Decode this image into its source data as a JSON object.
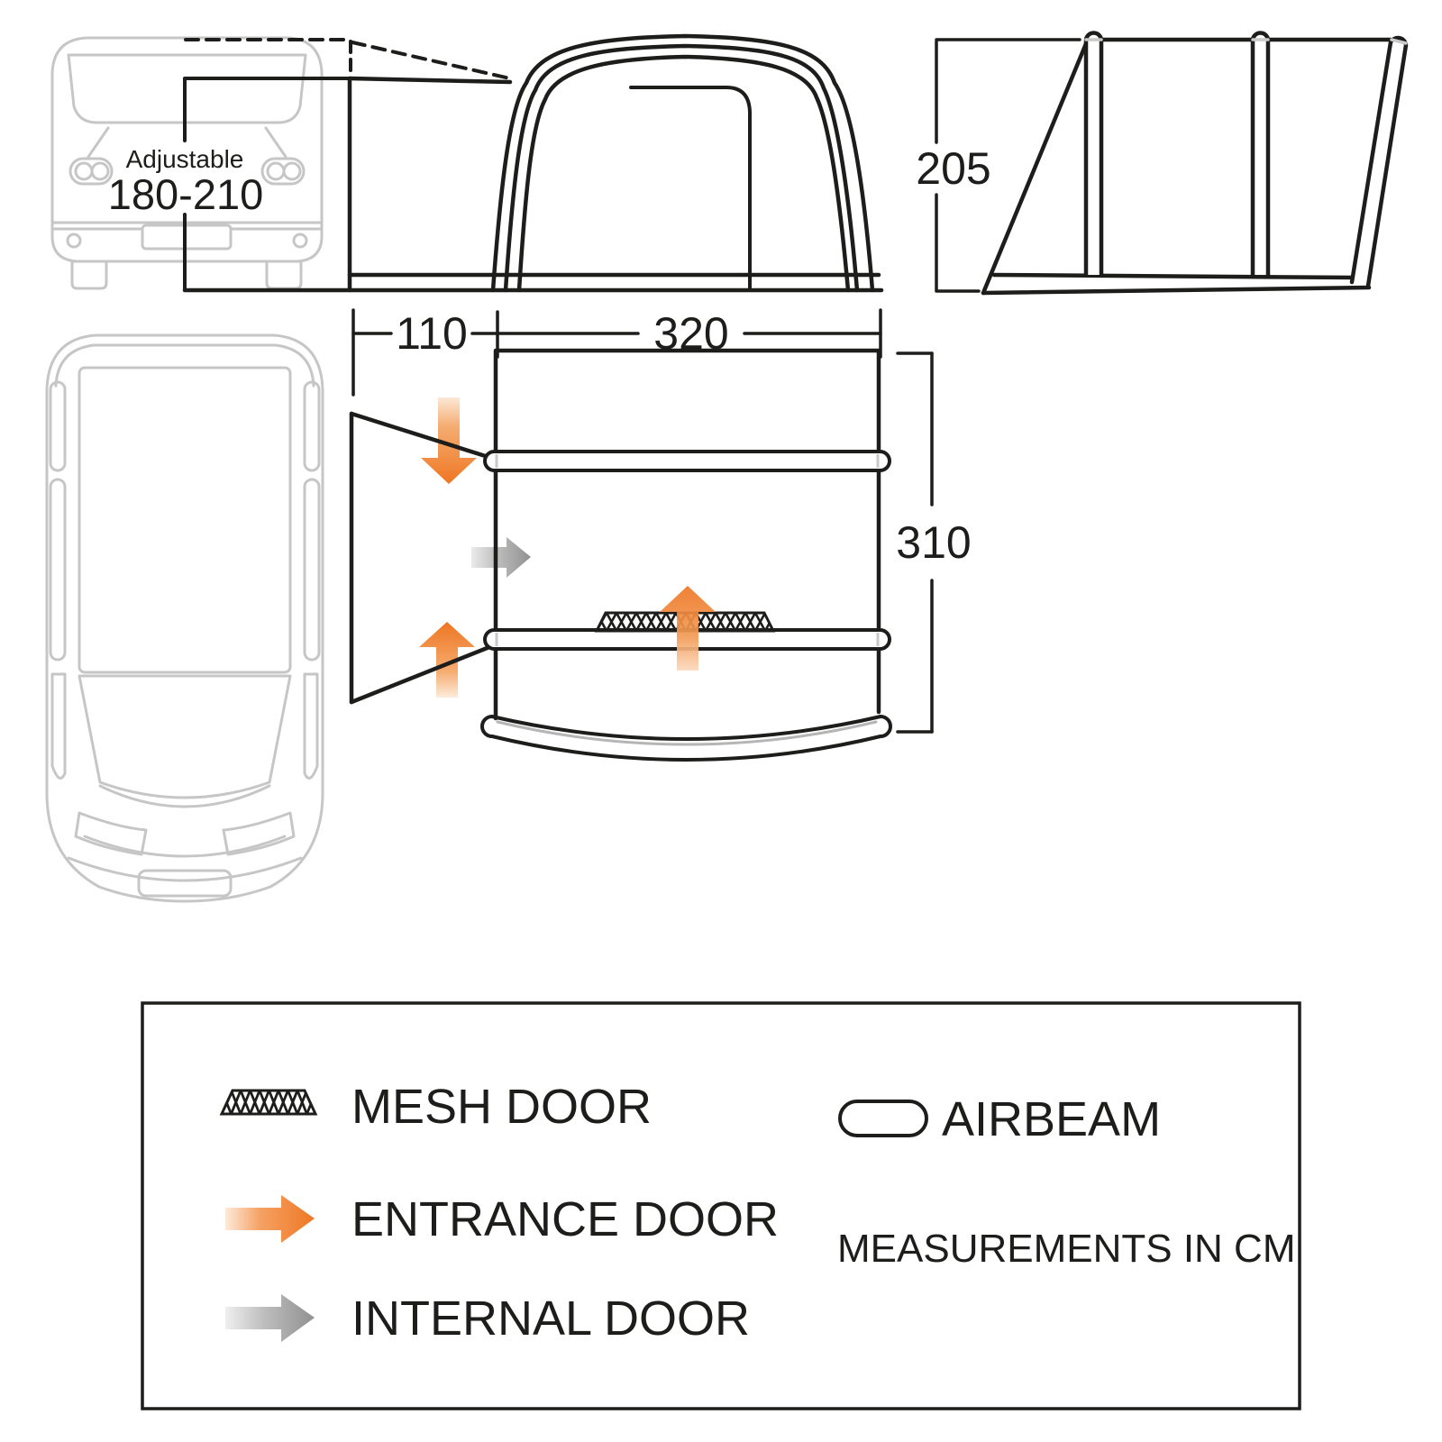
{
  "figure": {
    "van_rear": {
      "label": "Adjustable",
      "range": "180-210"
    },
    "dimensions": {
      "connection_length": "110",
      "awning_length": "320",
      "height": "205",
      "awning_depth": "310"
    },
    "legend": {
      "items": [
        {
          "id": "mesh-door",
          "symbol": "mesh-swatch",
          "label": "MESH DOOR"
        },
        {
          "id": "entrance-door",
          "symbol": "orange-arrow",
          "label": "ENTRANCE DOOR"
        },
        {
          "id": "internal-door",
          "symbol": "gray-arrow",
          "label": "INTERNAL DOOR"
        },
        {
          "id": "airbeam",
          "symbol": "pill-outline",
          "label": "AIRBEAM"
        }
      ],
      "note": "MEASUREMENTS IN CM"
    },
    "colors": {
      "line": "#1d1d1b",
      "vehicle_outline": "#c6c6c6",
      "entrance_arrow": "#ee7623",
      "internal_arrow": "#8f8f8f"
    }
  }
}
